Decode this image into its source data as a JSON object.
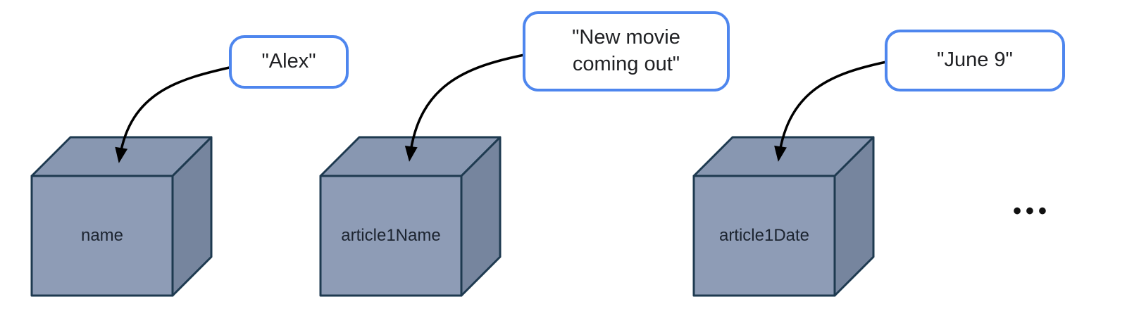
{
  "diagram": {
    "variables": [
      {
        "label": "name",
        "value": "\"Alex\""
      },
      {
        "label": "article1Name",
        "value": "\"New movie\ncoming out\""
      },
      {
        "label": "article1Date",
        "value": "\"June 9\""
      }
    ],
    "ellipsis": "•••",
    "colors": {
      "cube_front": "#8e9cb6",
      "cube_top": "#8897b1",
      "cube_side": "#76859e",
      "cube_stroke": "#1e3a50",
      "bubble_border": "#4e86ee",
      "arrow": "#000000"
    }
  }
}
